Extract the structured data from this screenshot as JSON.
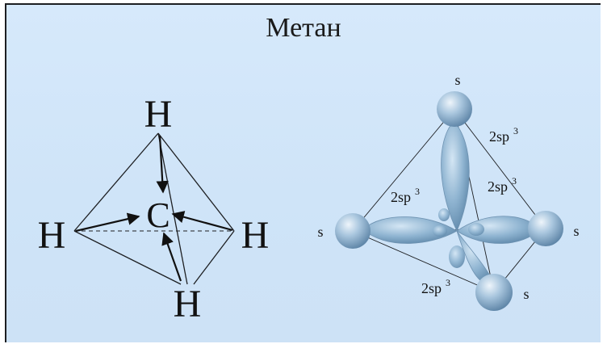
{
  "title": "Метан",
  "left_diagram": {
    "atoms": {
      "top": "H",
      "left": "H",
      "right": "H",
      "bottom": "H",
      "center": "C"
    }
  },
  "right_diagram": {
    "s_labels": {
      "top": "s",
      "left": "s",
      "right": "s",
      "bottom": "s"
    },
    "hybrid_labels": {
      "upper_right": "2sp",
      "middle_right": "2sp",
      "left": "2sp",
      "bottom": "2sp",
      "superscript": "3"
    }
  },
  "colors": {
    "background": "#cfe4f8",
    "orbital": "#7ea7c6",
    "line": "#1d1f22"
  }
}
